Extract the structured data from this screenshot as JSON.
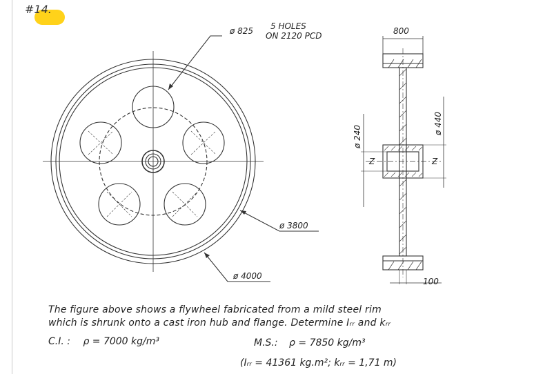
{
  "problem": {
    "number": "14.",
    "hash": "#",
    "highlight_color": "#ffd21a"
  },
  "drawing": {
    "labels": {
      "hole_dia": "ø 825",
      "holes_line1": "5 HOLES",
      "holes_line2": "ON 2120 PCD",
      "rim_inner": "ø 3800",
      "rim_outer": "ø 4000",
      "width": "800",
      "hub_dia": "ø 240",
      "flange_dia": "ø 440",
      "web_thickness": "100",
      "axis_z_left": "Z",
      "axis_z_right": "Z"
    }
  },
  "text": {
    "description_line1": "The figure above shows a flywheel fabricated from a mild steel rim",
    "description_line2": "which is shrunk onto a cast iron hub and flange. Determine Iᵣᵣ and kᵣᵣ",
    "ci_label": "C.I. :",
    "ci_density": "ρ = 7000 kg/m³",
    "ms_label": "M.S.:",
    "ms_density": "ρ = 7850 kg/m³",
    "answer": "(Iᵣᵣ = 41361 kg.m²;  kᵣᵣ = 1,71 m)"
  }
}
